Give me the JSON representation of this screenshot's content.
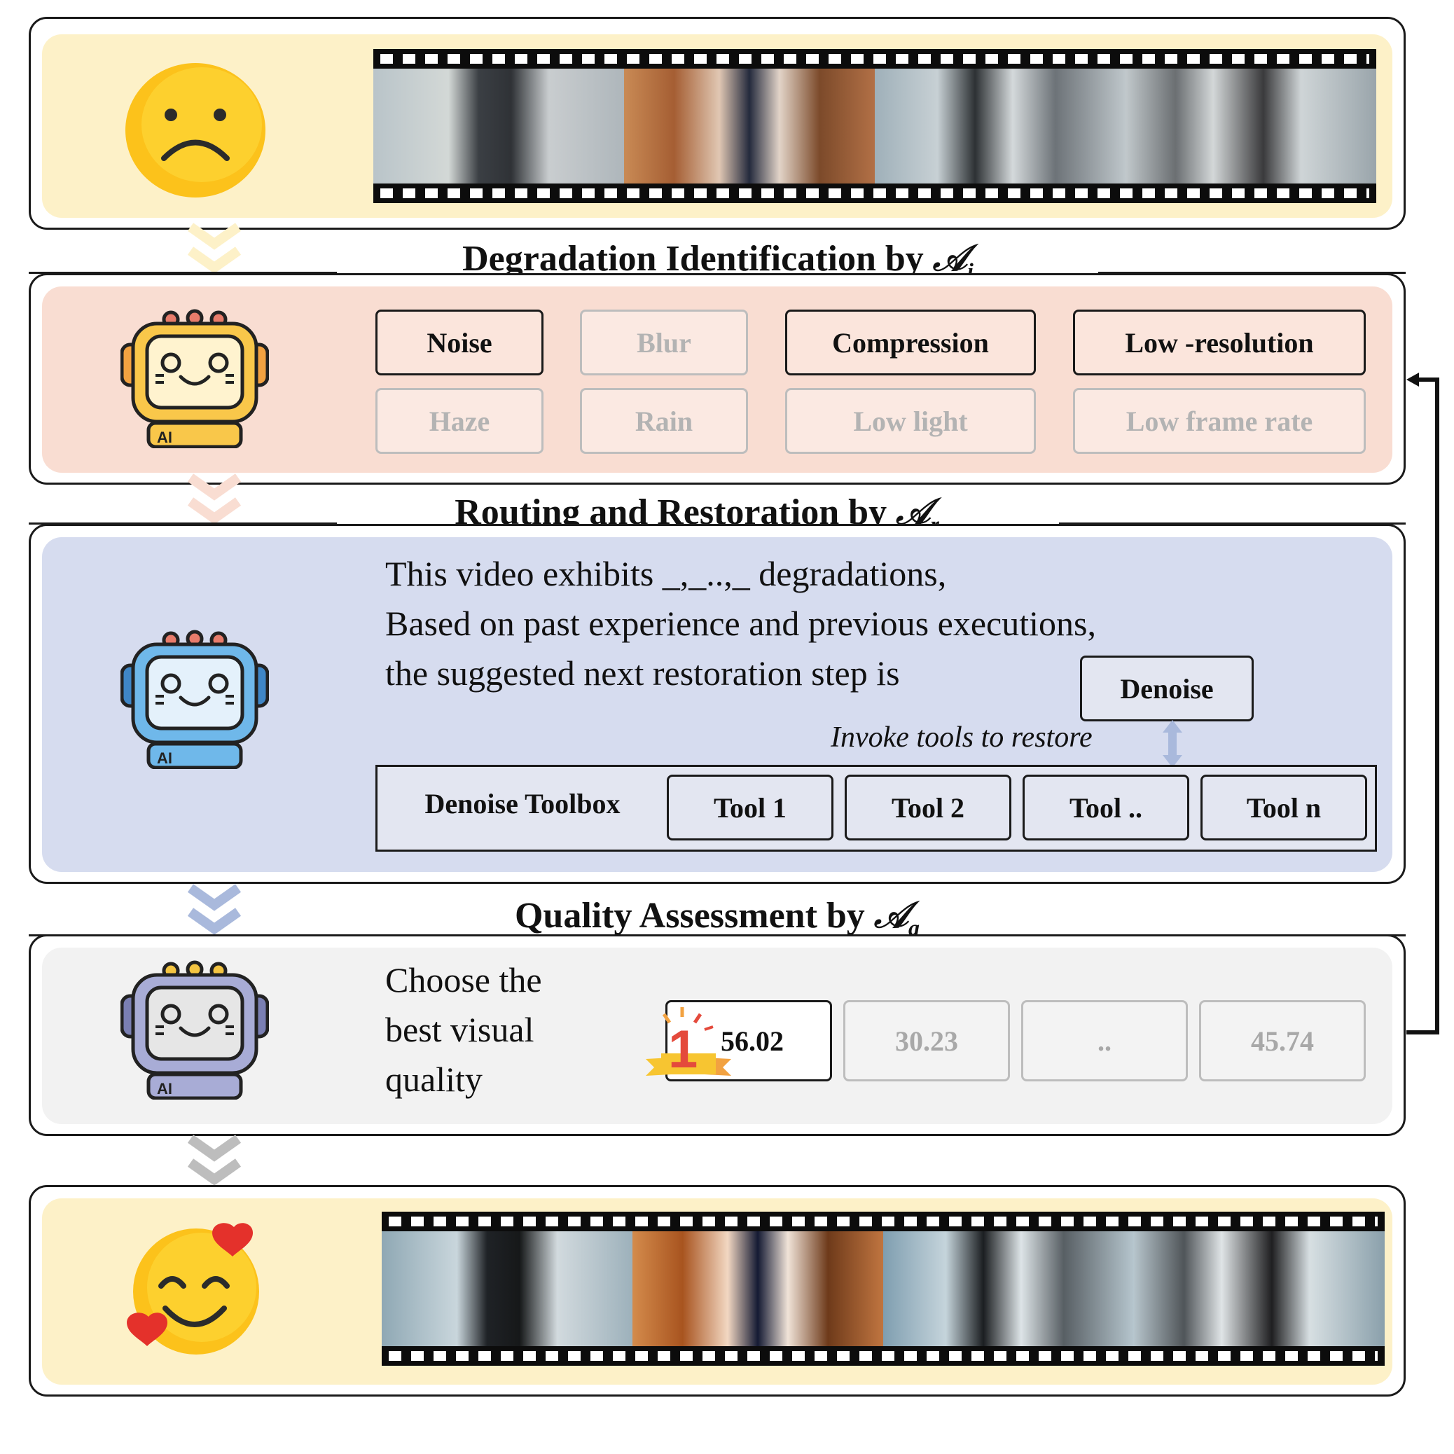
{
  "stage1": {
    "emoji": "sad-face"
  },
  "identification": {
    "title": "Degradation Identification by",
    "agent_symbol": "𝒜",
    "agent_sub": "i",
    "degradations": [
      {
        "label": "Noise",
        "active": true
      },
      {
        "label": "Blur",
        "active": false
      },
      {
        "label": "Compression",
        "active": true
      },
      {
        "label": "Low -resolution",
        "active": true
      },
      {
        "label": "Haze",
        "active": false
      },
      {
        "label": "Rain",
        "active": false
      },
      {
        "label": "Low light",
        "active": false
      },
      {
        "label": "Low frame rate",
        "active": false
      }
    ]
  },
  "routing": {
    "title": "Routing and Restoration by",
    "agent_symbol": "𝒜",
    "agent_sub": "r",
    "line1": "This video exhibits _,_..,_ degradations,",
    "line2": "Based on past experience and previous executions,",
    "line3": "the suggested next restoration step is",
    "step": "Denoise",
    "invoke_note": "Invoke tools to restore",
    "toolbox_label": "Denoise Toolbox",
    "tools": [
      "Tool 1",
      "Tool 2",
      "Tool ..",
      "Tool n"
    ]
  },
  "assessment": {
    "title": "Quality Assessment by",
    "agent_symbol": "𝒜",
    "agent_sub": "a",
    "line1": "Choose the",
    "line2": "best visual",
    "line3": "quality",
    "rank_badge": "1",
    "scores": [
      "56.02",
      "30.23",
      "..",
      "45.74"
    ]
  },
  "colors": {
    "stage_yellow": "#fdf1c8",
    "ident_peach": "#f9ddd2",
    "routing_blue": "#d6dcef",
    "assess_gray": "#f2f2f2"
  }
}
